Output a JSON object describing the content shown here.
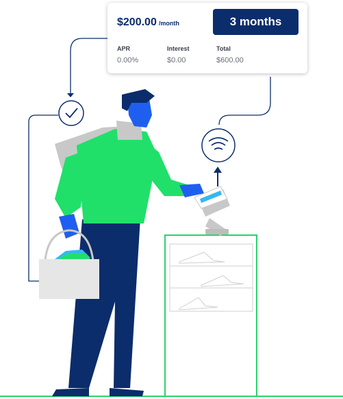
{
  "offer": {
    "price": "$200.00",
    "per_label": "/month",
    "term_label": "3 months",
    "stats": [
      {
        "label": "APR",
        "value": "0.00%"
      },
      {
        "label": "Interest",
        "value": "$0.00"
      },
      {
        "label": "Total",
        "value": "$600.00"
      }
    ]
  },
  "colors": {
    "navy": "#0b2d6b",
    "green": "#20e06a",
    "blue": "#1f5ff0",
    "gray": "#c8c8c8",
    "outline": "#2ad36b"
  },
  "icons": [
    "check-circle-icon",
    "contactless-icon",
    "arrow-up-icon"
  ]
}
